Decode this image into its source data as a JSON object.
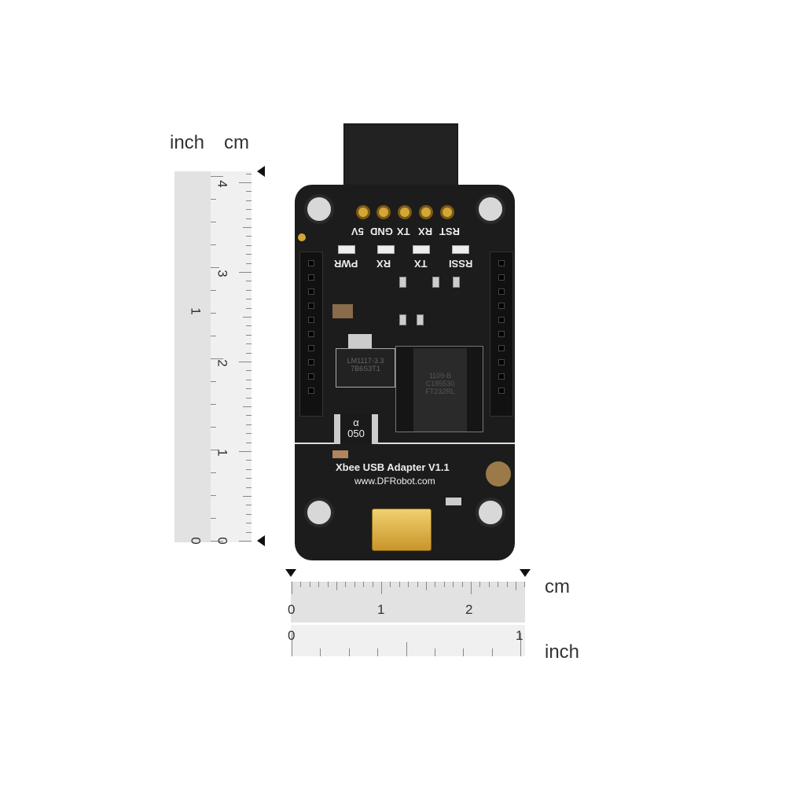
{
  "vertical_ruler": {
    "unit_left": "inch",
    "unit_right": "cm",
    "cm_labels": [
      "4",
      "3",
      "2",
      "1",
      "0"
    ],
    "inch_labels": [
      "1",
      "0"
    ]
  },
  "horizontal_ruler": {
    "cm_unit": "cm",
    "inch_unit": "inch",
    "cm_labels": [
      "0",
      "1",
      "2"
    ],
    "inch_labels": [
      "0",
      "1"
    ]
  },
  "board": {
    "pin_labels": [
      "5V",
      "GND",
      "TX",
      "RX",
      "RST"
    ],
    "led_labels": [
      "PWR",
      "RX",
      "TX",
      "RSSI"
    ],
    "regulator_text": [
      "LM1117-3.3",
      "7B6S3T1"
    ],
    "chip_text": [
      "1109-B",
      "C185530",
      "FT232RL"
    ],
    "fuse_text": [
      "α",
      "050"
    ],
    "title": "Xbee USB Adapter V1.1",
    "url": "www.DFRobot.com"
  },
  "colors": {
    "pcb": "#1c1c1c",
    "gold": "#d4a637"
  }
}
